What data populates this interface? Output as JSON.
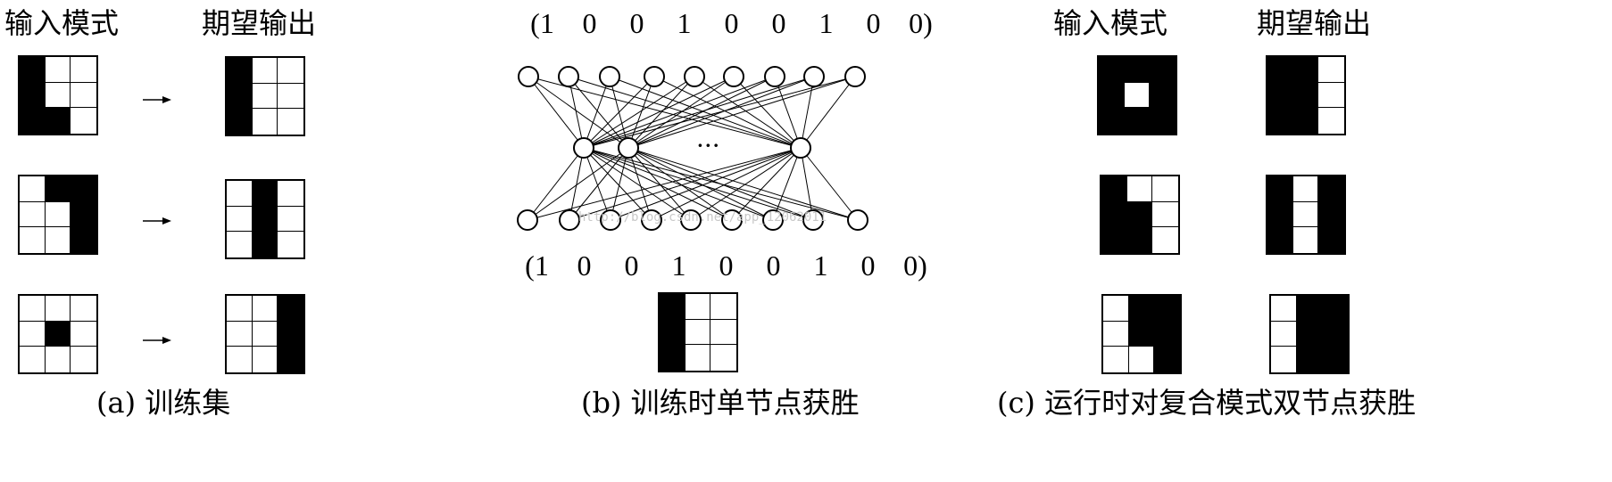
{
  "panel_a": {
    "input_header": "输入模式",
    "output_header": "期望输出",
    "caption": "(a) 训练集",
    "rows": [
      {
        "input": [
          1,
          0,
          0,
          1,
          0,
          0,
          1,
          1,
          0
        ],
        "output": [
          1,
          0,
          0,
          1,
          0,
          0,
          1,
          0,
          0
        ]
      },
      {
        "input": [
          0,
          1,
          1,
          0,
          0,
          1,
          0,
          0,
          1
        ],
        "output": [
          0,
          1,
          0,
          0,
          1,
          0,
          0,
          1,
          0
        ]
      },
      {
        "input": [
          0,
          0,
          0,
          0,
          1,
          0,
          0,
          0,
          0
        ],
        "output": [
          0,
          0,
          1,
          0,
          0,
          1,
          0,
          0,
          1
        ]
      }
    ]
  },
  "panel_b": {
    "top_vector": [
      "(1",
      "0",
      "0",
      "1",
      "0",
      "0",
      "1",
      "0",
      "0)"
    ],
    "bottom_vector": [
      "(1",
      "0",
      "0",
      "1",
      "0",
      "0",
      "1",
      "0",
      "0)"
    ],
    "ellipsis": "···",
    "watermark": "http://blog.csdn.net/app_12062011",
    "result_grid": [
      1,
      0,
      0,
      1,
      0,
      0,
      1,
      0,
      0
    ],
    "caption": "(b) 训练时单节点获胜"
  },
  "panel_c": {
    "input_header": "输入模式",
    "output_header": "期望输出",
    "caption": "(c) 运行时对复合模式双节点获胜",
    "rows": [
      {
        "input": [
          1,
          1,
          1,
          1,
          0,
          1,
          1,
          1,
          1
        ],
        "output": [
          1,
          1,
          0,
          1,
          1,
          0,
          1,
          1,
          0
        ]
      },
      {
        "input": [
          1,
          0,
          0,
          1,
          1,
          0,
          1,
          1,
          0
        ],
        "output": [
          1,
          0,
          1,
          1,
          0,
          1,
          1,
          0,
          1
        ]
      },
      {
        "input": [
          0,
          1,
          1,
          0,
          1,
          1,
          0,
          0,
          1
        ],
        "output": [
          0,
          1,
          1,
          0,
          1,
          1,
          0,
          1,
          1
        ]
      }
    ]
  }
}
